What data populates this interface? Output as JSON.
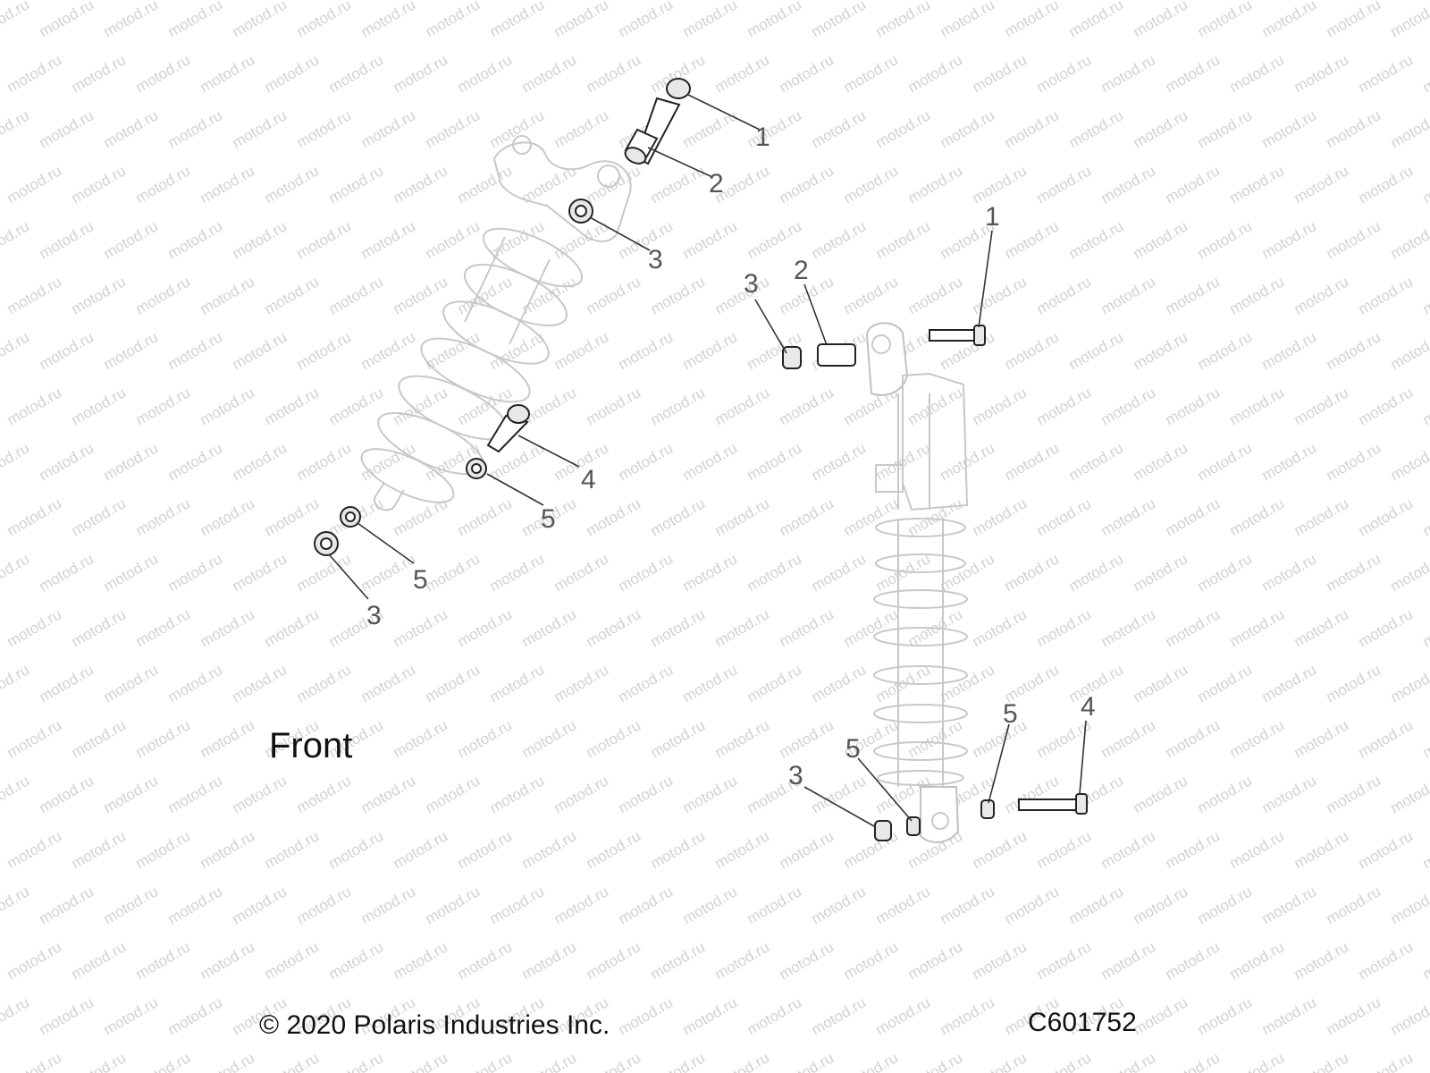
{
  "watermark": "motod.ru",
  "labels": {
    "front": "Front",
    "copyright": "© 2020 Polaris Industries Inc.",
    "diagram_code": "C601752"
  },
  "callouts": {
    "left_1": "1",
    "left_2": "2",
    "left_3_top": "3",
    "left_4": "4",
    "left_5_upper": "5",
    "left_5_lower": "5",
    "left_3_bottom": "3",
    "right_3_top": "3",
    "right_2": "2",
    "right_1": "1",
    "right_3_bottom": "3",
    "right_5_left": "5",
    "right_5_right": "5",
    "right_4": "4"
  },
  "colors": {
    "line": "#222222",
    "ghost": "#c8c8c8",
    "watermark": "#d2d2d2"
  }
}
